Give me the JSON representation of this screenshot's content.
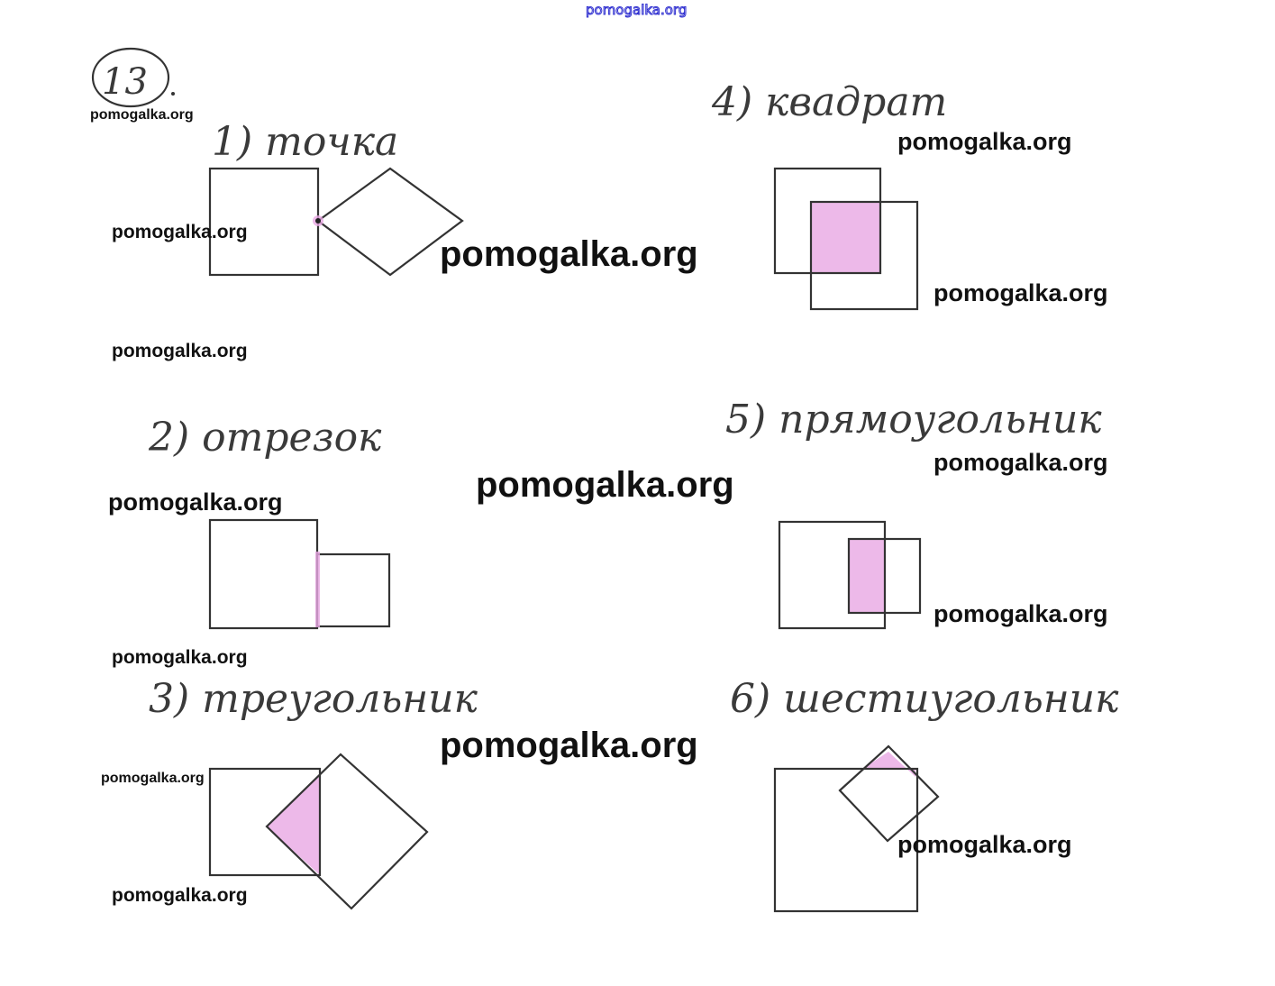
{
  "header_watermark": "pomogalka.org",
  "problem_number": "13",
  "items": [
    {
      "label": "1) точка"
    },
    {
      "label": "2) отрезок"
    },
    {
      "label": "3) треугольник"
    },
    {
      "label": "4) квадрат"
    },
    {
      "label": "5) прямоугольник"
    },
    {
      "label": "6) шестиугольник"
    }
  ],
  "watermark": "pomogalka.org",
  "colors": {
    "highlight": "#e9a8e4",
    "ink": "#333333",
    "watermark_outline": "#3030d0"
  }
}
